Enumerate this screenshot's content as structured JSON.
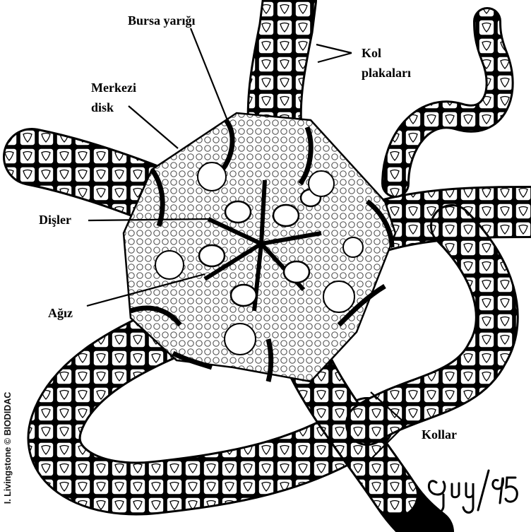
{
  "labels": {
    "bursa": "Bursa yarığı",
    "kol_line1": "Kol",
    "kol_line2": "plakaları",
    "merkezi_line1": "Merkezi",
    "merkezi_line2": "disk",
    "disler": "Dişler",
    "agiz": "Ağız",
    "kollar": "Kollar"
  },
  "credit": "I. Livingstone © BIODIDAC",
  "signature": "Guy/95",
  "colors": {
    "ink": "#000000",
    "paper": "#ffffff"
  }
}
